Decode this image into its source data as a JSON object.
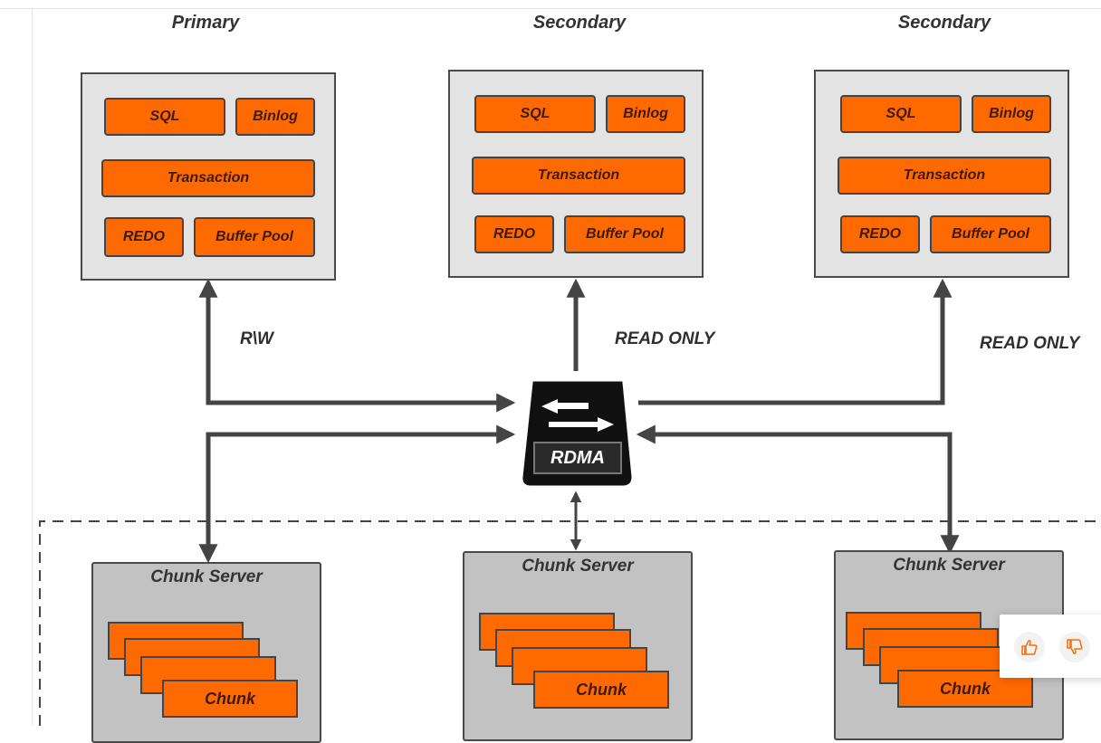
{
  "nodes": [
    {
      "title": "Primary",
      "sql": "SQL",
      "binlog": "Binlog",
      "transaction": "Transaction",
      "redo": "REDO",
      "buffer_pool": "Buffer Pool"
    },
    {
      "title": "Secondary",
      "sql": "SQL",
      "binlog": "Binlog",
      "transaction": "Transaction",
      "redo": "REDO",
      "buffer_pool": "Buffer Pool"
    },
    {
      "title": "Secondary",
      "sql": "SQL",
      "binlog": "Binlog",
      "transaction": "Transaction",
      "redo": "REDO",
      "buffer_pool": "Buffer Pool"
    }
  ],
  "links": [
    "R\\W",
    "READ ONLY",
    "READ ONLY"
  ],
  "switch": {
    "label": "RDMA",
    "icon": "switch-arrows-icon"
  },
  "chunk_servers": [
    {
      "title": "Chunk Server",
      "chunk": "Chunk"
    },
    {
      "title": "Chunk Server",
      "chunk": "Chunk"
    },
    {
      "title": "Chunk Server",
      "chunk": "Chunk"
    }
  ],
  "feedback": {
    "like_icon": "thumbs-up-icon",
    "dislike_icon": "thumbs-down-icon",
    "accent": "#ff6a00"
  },
  "colors": {
    "component": "#ff6a00",
    "node_bg": "#e3e3e3",
    "chunk_bg": "#c2c2c2",
    "line": "#4a4a4a"
  }
}
